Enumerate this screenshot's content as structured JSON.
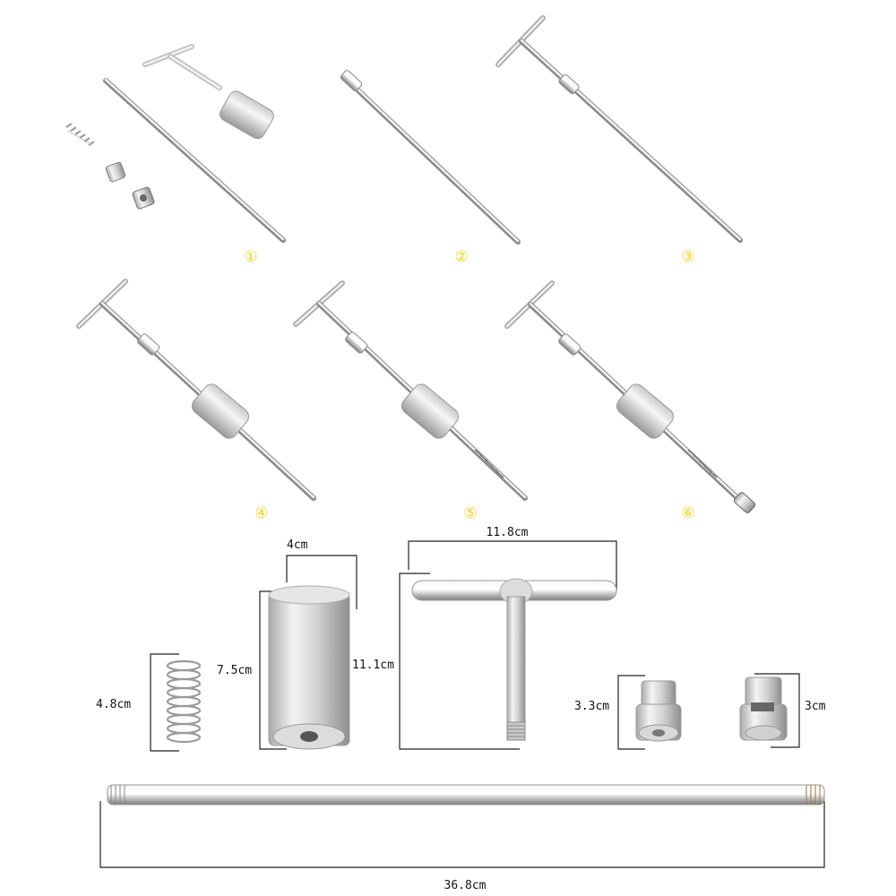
{
  "kits": [
    {
      "number": "①"
    },
    {
      "number": "②"
    },
    {
      "number": "③"
    },
    {
      "number": "④"
    },
    {
      "number": "⑤"
    },
    {
      "number": "⑥"
    }
  ],
  "dimensions": {
    "slide_hammer_diameter": "4cm",
    "slide_hammer_length": "7.5cm",
    "t_handle_width": "11.8cm",
    "t_handle_height": "11.1cm",
    "spring_length": "4.8cm",
    "adapter_a_height": "3.3cm",
    "adapter_b_height": "3cm",
    "rod_length": "36.8cm"
  },
  "colors": {
    "number_color": "#f1cf22",
    "metal_light": "#eeeeee",
    "metal_mid": "#bdbdbd",
    "metal_dark": "#8a8a8a"
  }
}
